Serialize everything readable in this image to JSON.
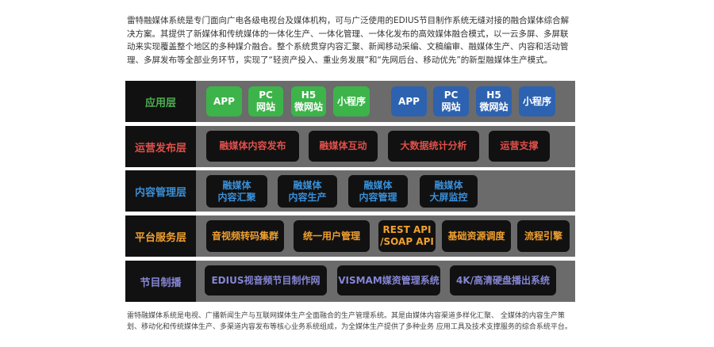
{
  "intro": "雷特融媒体系统是专门面向广电各级电视台及媒体机构，可与广泛使用的EDIUS节目制作系统无缝对接的融合媒体综合解决方案。其提供了新媒体和传统媒体的一体化生产、一体化管理、一体化发布的高效媒体融合模式，以一云多屏、多屏联动来实现覆盖整个地区的多种媒介融合。整个系统贯穿内容汇聚、新闻移动采编、文稿编审、融媒体生产、内容和活动管理、多屏发布等全部业务环节，实现了“轻资产投入、重业务发展”和“先网后台、移动优先”的新型融媒体生产模式。",
  "outro": "雷特融媒体系统是电视、广播新闻生产与互联网媒体生产全面融合的生产管理系统。其是由媒体内容渠道多样化汇聚、 全媒体的内容生产策划、移动化和传统媒体生产、多渠道内容发布等核心业务系统组成，为全媒体生产提供了多种业务 应用工具及技术支撑服务的综合系统平台。",
  "colors": {
    "green": "#3cb44a",
    "blue": "#2d62b0",
    "app_label": "#4caf50",
    "ops": "#e0504a",
    "content": "#3a8fd8",
    "platform": "#f0a030",
    "production": "#8585d5"
  },
  "layers": [
    {
      "label": "应用层",
      "items": [
        "APP",
        "PC\n网站",
        "H5\n微网站",
        "小程序",
        "APP",
        "PC\n网站",
        "H5\n微网站",
        "小程序"
      ]
    },
    {
      "label": "运营发布层",
      "items": [
        "融媒体内容发布",
        "融媒体互动",
        "大数据统计分析",
        "运营支撑"
      ]
    },
    {
      "label": "内容管理层",
      "items": [
        "融媒体\n内容汇聚",
        "融媒体\n内容生产",
        "融媒体\n内容管理",
        "融媒体\n大屏监控"
      ]
    },
    {
      "label": "平台服务层",
      "items": [
        "音视频转码集群",
        "统一用户管理",
        "REST API\n/SOAP API",
        "基础资源调度",
        "流程引擎"
      ]
    },
    {
      "label": "节目制播",
      "items": [
        "EDIUS视音频节目制作网",
        "VISMAM媒资管理系统",
        "4K/高清硬盘播出系统"
      ]
    }
  ]
}
